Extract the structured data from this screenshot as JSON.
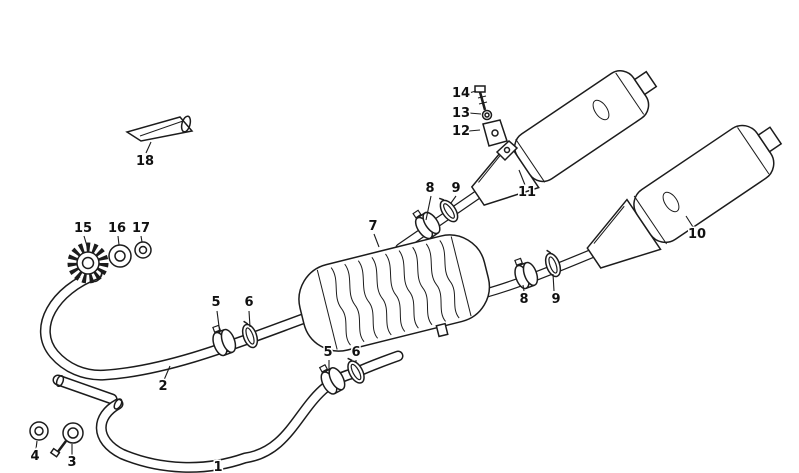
{
  "figure": {
    "paper_color": "#ffffff",
    "ink_color": "#1c1c1c"
  },
  "callouts": [
    {
      "label": "18"
    },
    {
      "label": "15"
    },
    {
      "label": "16"
    },
    {
      "label": "17"
    },
    {
      "label": "14"
    },
    {
      "label": "13"
    },
    {
      "label": "12"
    },
    {
      "label": "8"
    },
    {
      "label": "9"
    },
    {
      "label": "11"
    },
    {
      "label": "7"
    },
    {
      "label": "10"
    },
    {
      "label": "5"
    },
    {
      "label": "6"
    },
    {
      "label": "8"
    },
    {
      "label": "9"
    },
    {
      "label": "5"
    },
    {
      "label": "6"
    },
    {
      "label": "2"
    },
    {
      "label": "4"
    },
    {
      "label": "3"
    },
    {
      "label": "1"
    }
  ]
}
